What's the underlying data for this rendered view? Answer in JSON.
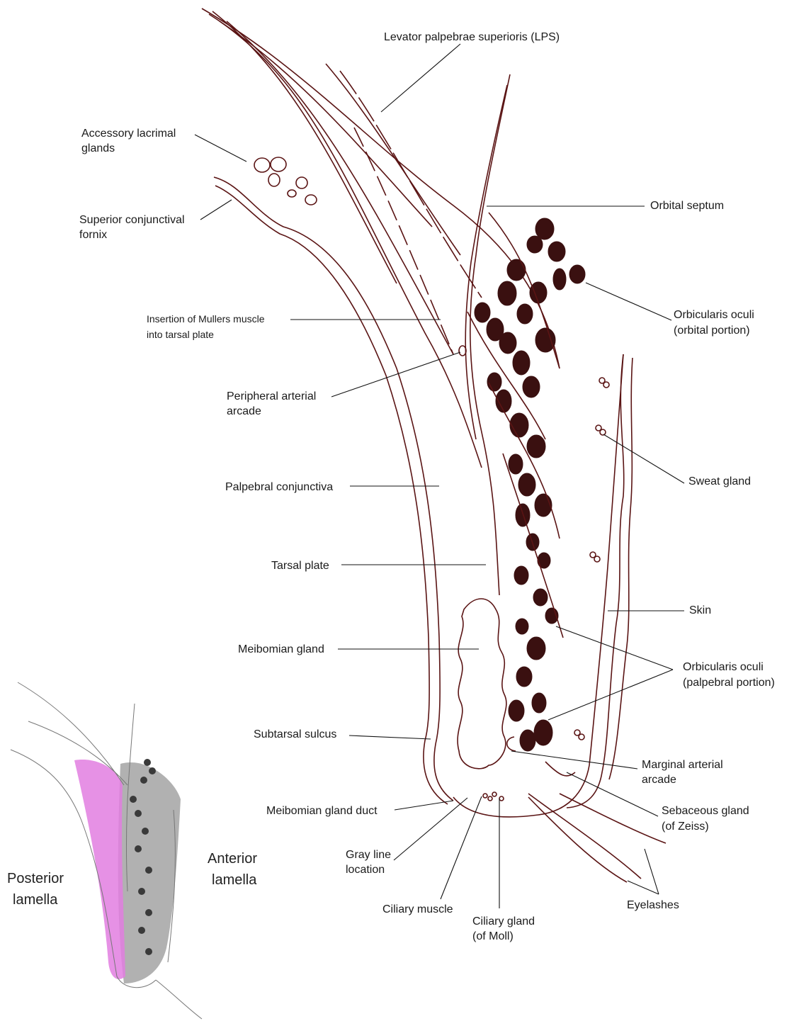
{
  "labels": {
    "lps": "Levator palpebrae superioris (LPS)",
    "accessory_1": "Accessory lacrimal",
    "accessory_2": "glands",
    "sup_fornix_1": "Superior conjunctival",
    "sup_fornix_2": "fornix",
    "orbital_septum": "Orbital septum",
    "orb_orbital_1": "Orbicularis oculi",
    "orb_orbital_2": "(orbital portion)",
    "mullers_1": "Insertion of Mullers muscle",
    "mullers_2": "into tarsal plate",
    "peripheral_1": "Peripheral arterial",
    "peripheral_2": "arcade",
    "sweat_gland": "Sweat gland",
    "palpebral_conj": "Palpebral conjunctiva",
    "tarsal_plate": "Tarsal plate",
    "skin": "Skin",
    "meibomian_gland": "Meibomian gland",
    "orb_palpebral_1": "Orbicularis oculi",
    "orb_palpebral_2": "(palpebral portion)",
    "subtarsal": "Subtarsal sulcus",
    "marginal_1": "Marginal arterial",
    "marginal_2": "arcade",
    "meibomian_duct": "Meibomian gland duct",
    "sebaceous_1": "Sebaceous gland",
    "sebaceous_2": "(of Zeiss)",
    "gray_line_1": "Gray line",
    "gray_line_2": "location",
    "ciliary_muscle": "Ciliary muscle",
    "ciliary_gland_1": "Ciliary gland",
    "ciliary_gland_2": "(of Moll)",
    "eyelashes": "Eyelashes"
  },
  "inset": {
    "posterior_1": "Posterior",
    "posterior_2": "lamella",
    "anterior_1": "Anterior",
    "anterior_2": "lamella",
    "posterior_color": "#e27ee0",
    "anterior_color": "#a9a9a9"
  },
  "colors": {
    "line": "#5a1414",
    "pointer": "#111111"
  }
}
